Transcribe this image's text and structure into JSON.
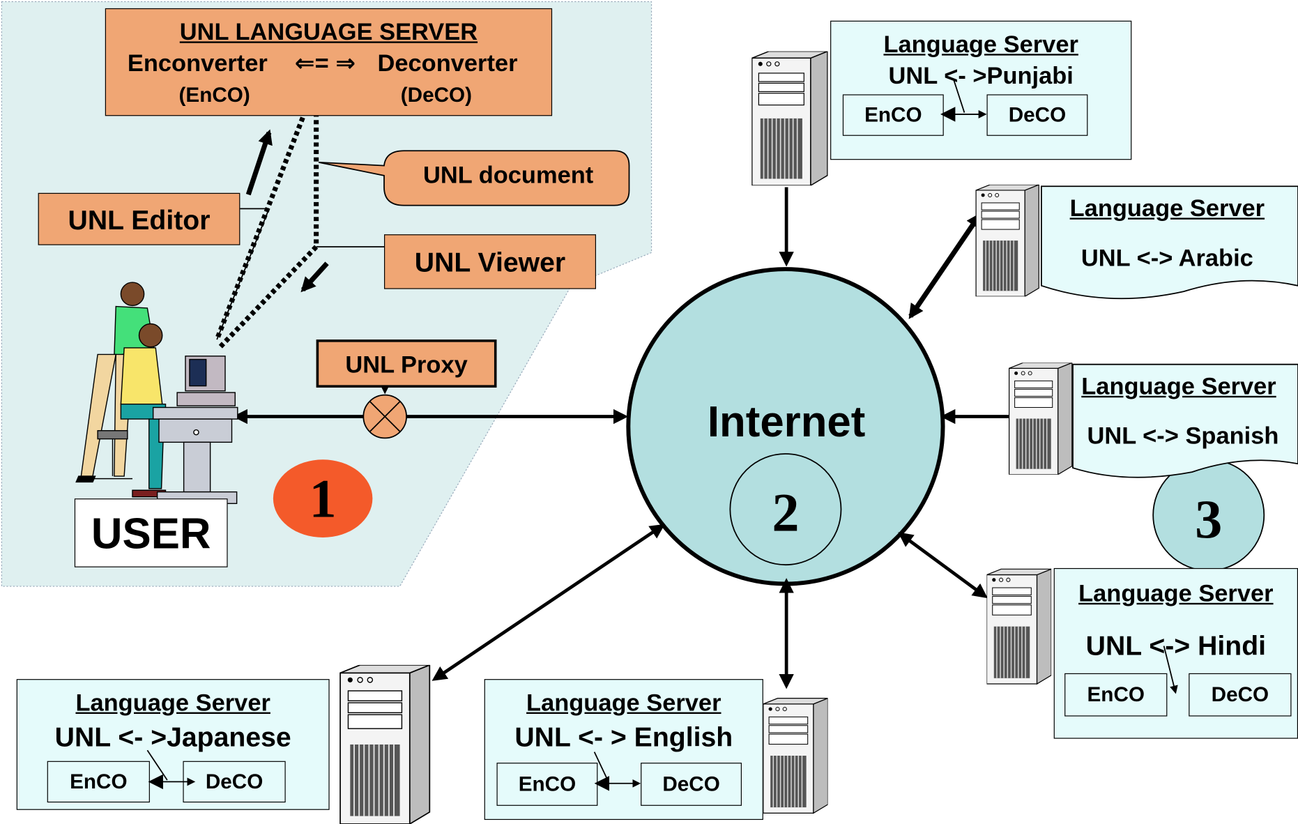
{
  "user_panel": {
    "language_server": {
      "title": "UNL LANGUAGE SERVER",
      "enconverter": "Enconverter",
      "arrow": "⇐= ⇒",
      "deconverter": "Deconverter",
      "enco": "(EnCO)",
      "deco": "(DeCO)"
    },
    "unl_document": "UNL document",
    "unl_editor": "UNL Editor",
    "unl_viewer": "UNL Viewer",
    "unl_proxy": "UNL Proxy",
    "user": "USER",
    "badge": "1"
  },
  "internet": {
    "label": "Internet",
    "badge": "2"
  },
  "badge_3": "3",
  "servers": {
    "punjabi": {
      "title": "Language Server",
      "pair": "UNL <- >Punjabi",
      "enco": "EnCO",
      "deco": "DeCO"
    },
    "arabic": {
      "title": "Language Server",
      "pair": "UNL <-> Arabic"
    },
    "spanish": {
      "title": "Language Server",
      "pair": "UNL <-> Spanish"
    },
    "hindi": {
      "title": "Language Server",
      "pair": "UNL <-> Hindi",
      "enco": "EnCO",
      "deco": "DeCO"
    },
    "english": {
      "title": "Language Server",
      "pair": "UNL <- > English",
      "enco": "EnCO",
      "deco": "DeCO"
    },
    "japanese": {
      "title": "Language Server",
      "pair": "UNL <- >Japanese",
      "enco": "EnCO",
      "deco": "DeCO"
    }
  },
  "colors": {
    "panel": "#dff0f0",
    "orange_box": "#f0a674",
    "internet": "#b3dfe0",
    "server_box": "#e5fbfb",
    "badge_1": "#f45a2a"
  }
}
